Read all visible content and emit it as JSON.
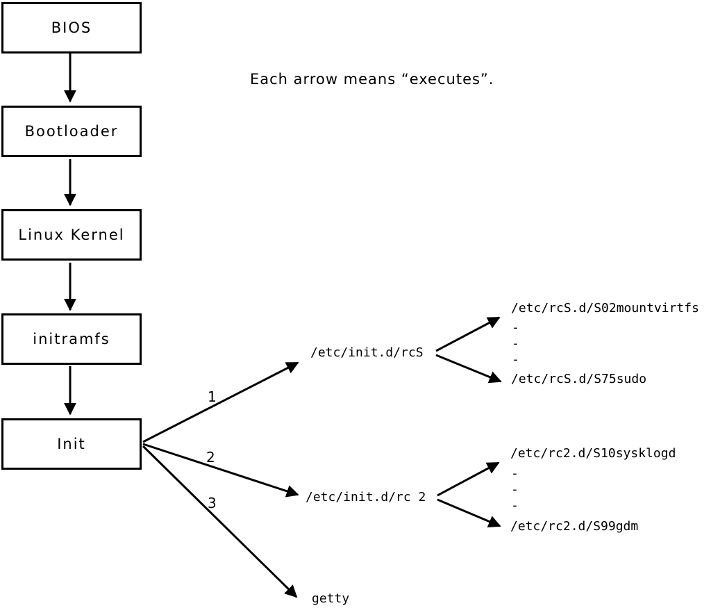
{
  "diagram": {
    "caption": "Each arrow means “executes”.",
    "boot_chain": [
      {
        "label": "BIOS"
      },
      {
        "label": "Bootloader"
      },
      {
        "label": "Linux Kernel"
      },
      {
        "label": "initramfs"
      },
      {
        "label": "Init"
      }
    ],
    "init_branches": [
      {
        "number": "1",
        "target": "/etc/init.d/rcS",
        "children": [
          "/etc/rcS.d/S02mountvirtfs",
          "-",
          "-",
          "-",
          "/etc/rcS.d/S75sudo"
        ]
      },
      {
        "number": "2",
        "target": "/etc/init.d/rc 2",
        "children": [
          "/etc/rc2.d/S10sysklogd",
          "-",
          "-",
          "-",
          "/etc/rc2.d/S99gdm"
        ]
      },
      {
        "number": "3",
        "target": "getty",
        "children": []
      }
    ],
    "colors": {
      "line": "#000000",
      "background": "#ffffff",
      "text": "#000000"
    }
  }
}
